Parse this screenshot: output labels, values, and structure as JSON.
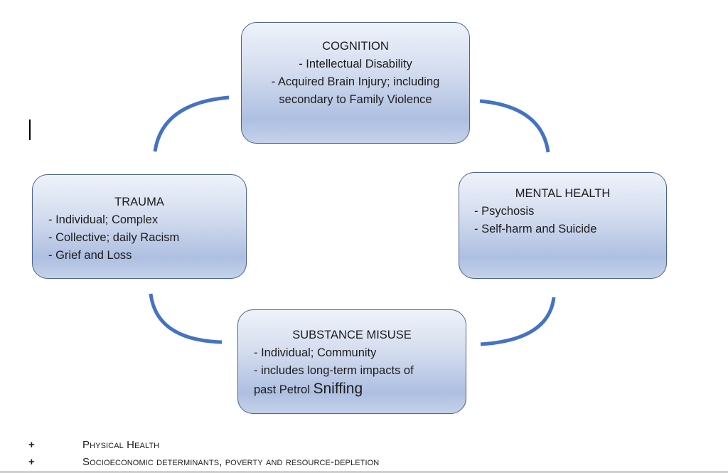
{
  "diagram": {
    "boxes": {
      "cognition": {
        "title": "COGNITION",
        "lines": [
          "- Intellectual Disability",
          "- Acquired Brain Injury; including",
          "secondary to Family Violence"
        ]
      },
      "trauma": {
        "title": "TRAUMA",
        "lines": [
          "- Individual; Complex",
          "- Collective; daily Racism",
          "- Grief and Loss"
        ]
      },
      "mental_health": {
        "title": "MENTAL HEALTH",
        "lines": [
          "- Psychosis",
          "- Self-harm and Suicide"
        ]
      },
      "substance_misuse": {
        "title": "SUBSTANCE MISUSE",
        "lines": [
          "- Individual; Community",
          "- includes long-term impacts of"
        ],
        "last_line_prefix": "past Petrol ",
        "last_line_emphasis": "Sniffing"
      }
    },
    "connector_color": "#4472c4",
    "box_border_color": "#4a6390"
  },
  "footer": {
    "items": [
      {
        "bullet": "+",
        "label": "Physical Health"
      },
      {
        "bullet": "+",
        "label": "Socioeconomic determinants, poverty and resource-depletion"
      }
    ]
  }
}
